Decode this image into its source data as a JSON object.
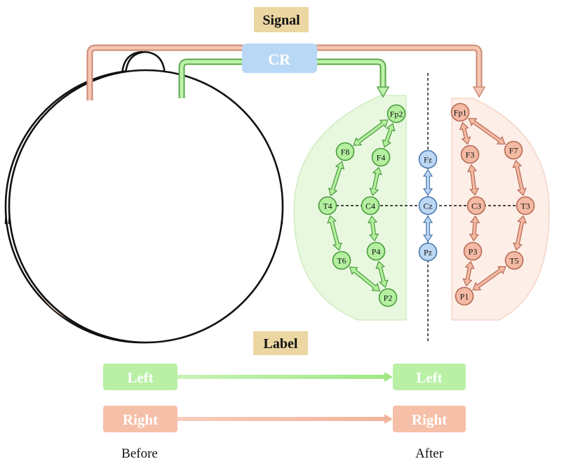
{
  "header": {
    "signal": "Signal",
    "cr": "CR",
    "label": "Label"
  },
  "labels": {
    "left_before": "Left",
    "left_after": "Left",
    "right_before": "Right",
    "right_after": "Right"
  },
  "captions": {
    "before": "Before",
    "after": "After"
  },
  "colors": {
    "pink_fill": "#f4baa3",
    "pink_stroke": "#b46a54",
    "green_fill": "#b4f0a0",
    "green_stroke": "#4a9a3c",
    "blue_fill": "#bcd8f4",
    "blue_stroke": "#4a78b0",
    "cr_fill": "#b8d8f6",
    "tag_fill": "#ecd7a2",
    "left_box": "#b9f0a6",
    "right_box": "#f6bfa8"
  },
  "electrodes": {
    "fp1": "Fp1",
    "f7": "F7",
    "f3": "F3",
    "t3": "T3",
    "c3": "C3",
    "t5": "T5",
    "p3": "P3",
    "p1": "P1",
    "fp2": "Fp2",
    "f4": "F4",
    "f8": "F8",
    "c4": "C4",
    "t4": "T4",
    "p4": "P4",
    "t6": "T6",
    "p2": "P2",
    "fz": "Fz",
    "cz": "Cz",
    "pz": "Pz"
  }
}
